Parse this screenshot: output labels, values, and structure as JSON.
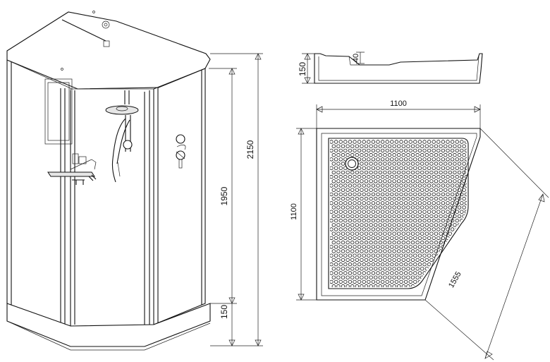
{
  "cabin_dimensions": {
    "total_height": "2150",
    "glass_height": "1950",
    "tray_height": "150"
  },
  "tray_profile": {
    "height": "150",
    "depth": "40"
  },
  "tray_plan": {
    "width": "1100",
    "depth": "1100",
    "diagonal": "1555"
  }
}
